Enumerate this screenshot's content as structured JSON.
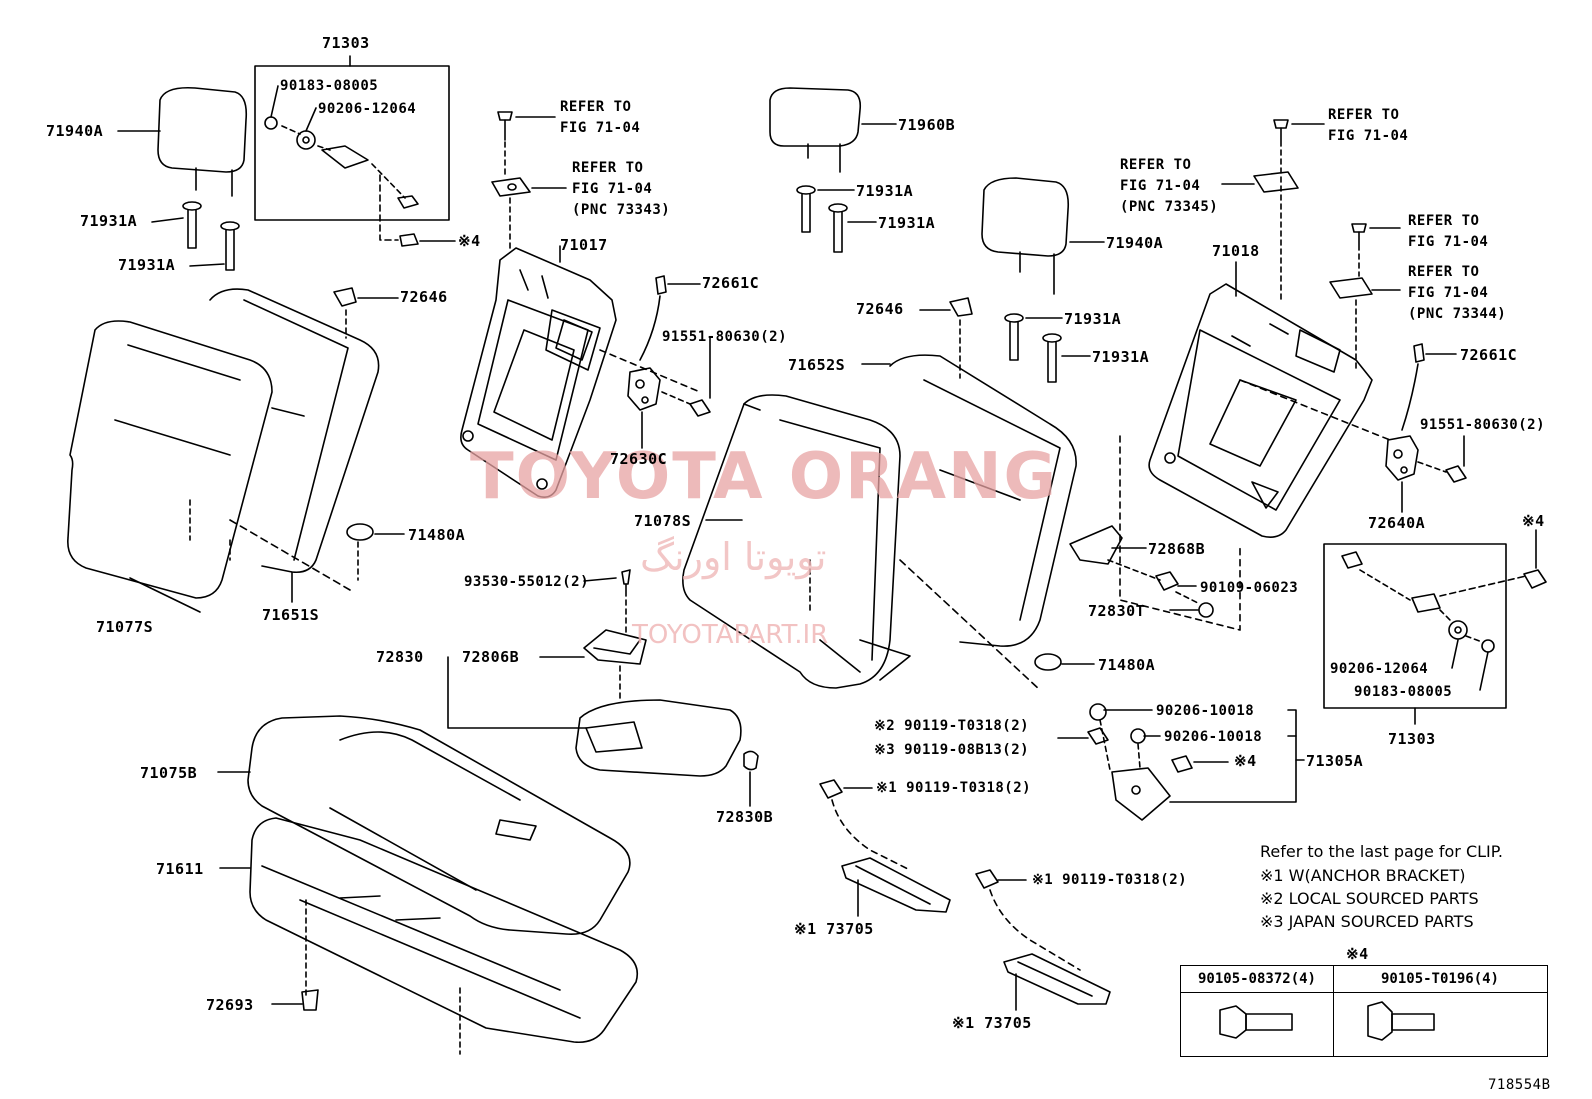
{
  "labels": {
    "p71303_top": "71303",
    "p90183_08005_top": "90183-08005",
    "p90206_12064_top": "90206-12064",
    "p71940A_left": "71940A",
    "p71931A_l1": "71931A",
    "p71931A_l2": "71931A",
    "sym4_left": "※4",
    "refer1_a": "REFER TO",
    "refer1_b": "FIG 71-04",
    "refer2_a": "REFER TO",
    "refer2_b": "FIG 71-04",
    "refer2_c": "(PNC 73343)",
    "p71017": "71017",
    "p72646_l": "72646",
    "p72661C_l": "72661C",
    "p91551_l": "91551-80630(2)",
    "p72630C": "72630C",
    "p71480A_l": "71480A",
    "p71077S": "71077S",
    "p71651S": "71651S",
    "p93530": "93530-55012(2)",
    "p72830": "72830",
    "p72806B": "72806B",
    "p71075B": "71075B",
    "p72830B": "72830B",
    "p71611": "71611",
    "p72693": "72693",
    "p71960B": "71960B",
    "p71931A_m1": "71931A",
    "p71931A_m2": "71931A",
    "p71940A_r": "71940A",
    "p72646_m": "72646",
    "p71931A_m3": "71931A",
    "p71931A_m4": "71931A",
    "p71652S": "71652S",
    "p71078S": "71078S",
    "p71480A_m": "71480A",
    "refer3_a": "REFER TO",
    "refer3_b": "FIG 71-04",
    "refer3_c": "(PNC 73345)",
    "refer4_a": "REFER TO",
    "refer4_b": "FIG 71-04",
    "refer5_a": "REFER TO",
    "refer5_b": "FIG 71-04",
    "refer6_a": "REFER TO",
    "refer6_b": "FIG 71-04",
    "refer6_c": "(PNC 73344)",
    "p71018": "71018",
    "p72661C_r": "72661C",
    "p91551_r": "91551-80630(2)",
    "p72640A": "72640A",
    "sym4_right": "※4",
    "p72868B": "72868B",
    "p90109": "90109-06023",
    "p72830T": "72830T",
    "p90206_12064_r": "90206-12064",
    "p90183_08005_r": "90183-08005",
    "p71303_r": "71303",
    "sym2_a": "※2 90119-T0318(2)",
    "sym3_a": "※3 90119-08B13(2)",
    "p90206_10018_a": "90206-10018",
    "p90206_10018_b": "90206-10018",
    "sym4_mid": "※4",
    "p71305A": "71305A",
    "sym1_a": "※1 90119-T0318(2)",
    "sym1_b": "※1 90119-T0318(2)",
    "p73705_a": "※1 73705",
    "p73705_b": "※1 73705",
    "figure_no": "718554B"
  },
  "notes": {
    "clip": "Refer to the last page for CLIP.",
    "n1": "※1 W(ANCHOR BRACKET)",
    "n2": "※2 LOCAL SOURCED PARTS",
    "n3": "※3 JAPAN SOURCED PARTS"
  },
  "table": {
    "title": "※4",
    "col1": "90105-08372(4)",
    "col2": "90105-T0196(4)"
  },
  "watermark": {
    "main": "TOYOTA ORANG",
    "farsi": "تویوتا اورنگ",
    "site": "TOYOTAPART.IR"
  }
}
